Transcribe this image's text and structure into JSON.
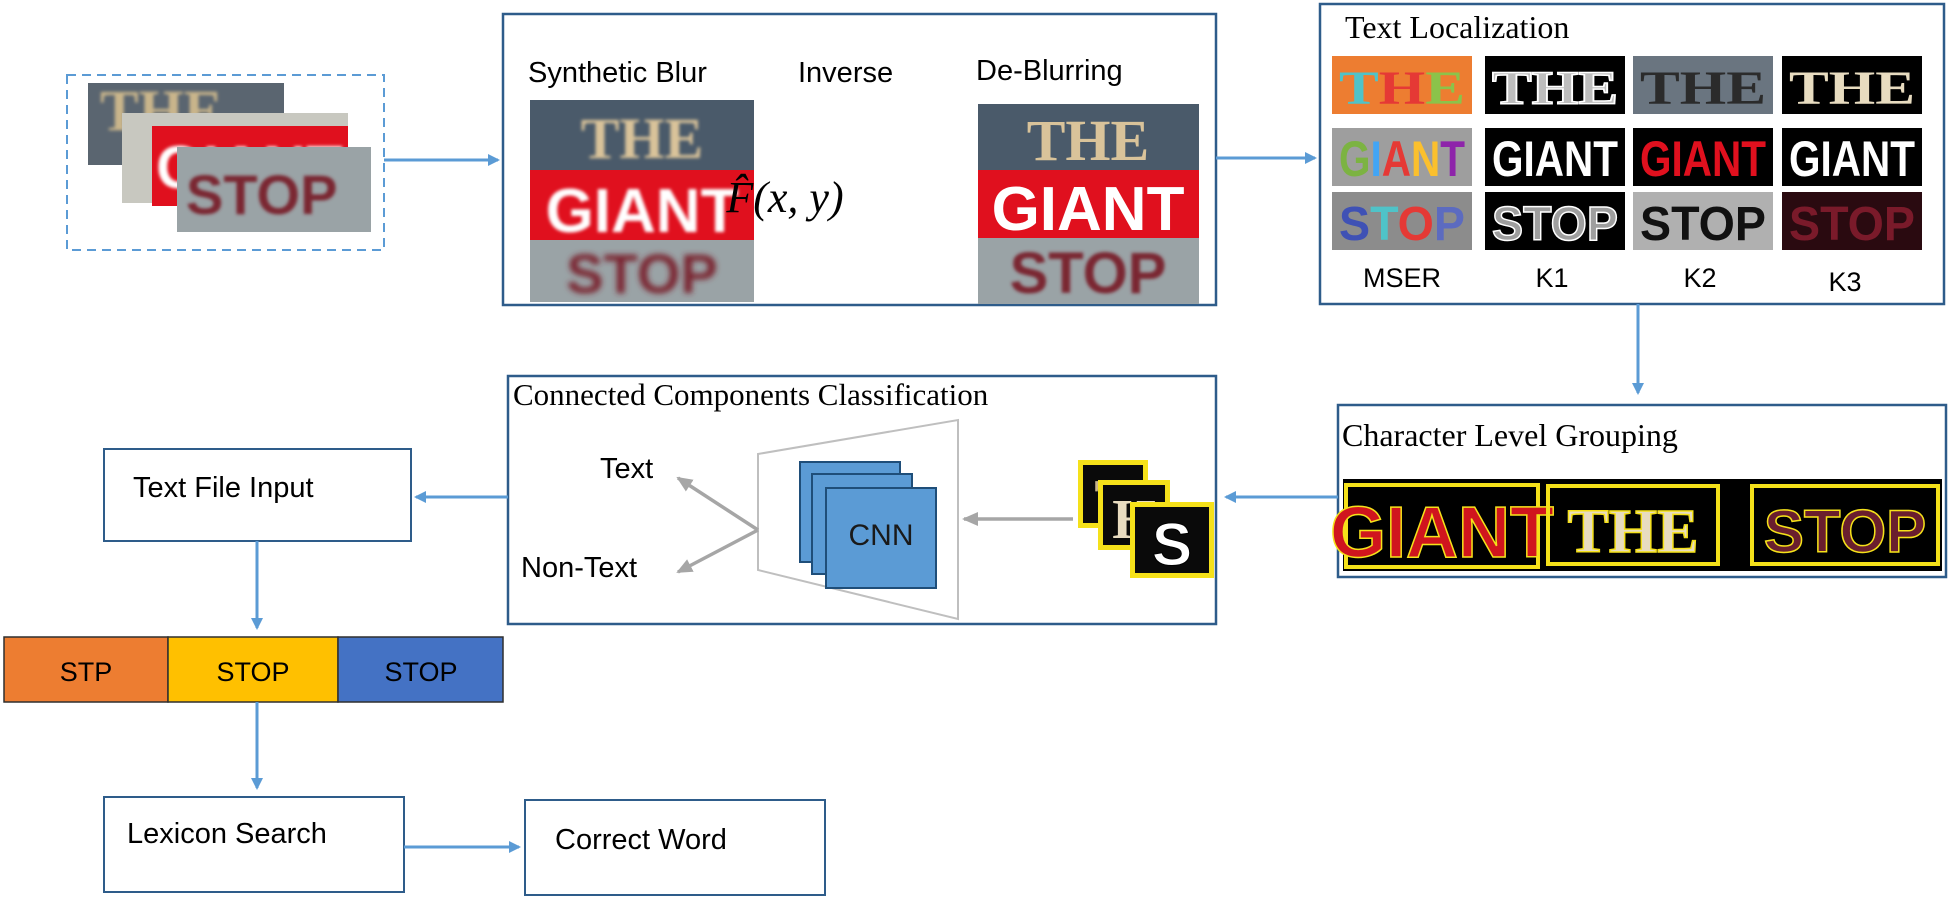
{
  "colors": {
    "box_border": "#2E5C8A",
    "arrow_blue": "#5B9BD5",
    "arrow_gray": "#A6A6A6",
    "dashed_border": "#5B9BD5",
    "cnn_fill": "#5B9BD5",
    "cnn_border": "#1F4E79",
    "stp": "#ED7D31",
    "stop_yellow": "#FFC000",
    "stop_blue": "#4472C4",
    "sign_dark": "#4A5A6A",
    "sign_red": "#E0101E",
    "sign_gray": "#9AA3A6",
    "sign_text_gold": "#D9C39A",
    "sign_text_blur": "#7A2630"
  },
  "input_stack": {
    "cards": [
      "THE",
      "GIANT",
      "STOP"
    ]
  },
  "deblur_panel": {
    "labels": {
      "synthetic_blur": "Synthetic Blur",
      "inverse": "Inverse",
      "de_blurring": "De-Blurring"
    },
    "formula": "F̂(x, y)",
    "blurred_image": [
      "THE",
      "GIANT",
      "STOP"
    ],
    "deblurred_image": [
      "THE",
      "GIANT",
      "STOP"
    ]
  },
  "text_localization": {
    "title": "Text Localization",
    "rows": [
      "THE",
      "GIANT",
      "STOP"
    ],
    "columns": [
      "MSER",
      "K1",
      "K2",
      "K3"
    ]
  },
  "character_grouping": {
    "title": "Character Level Grouping",
    "words": [
      "GIANT",
      "THE",
      "STOP"
    ]
  },
  "cc_classification": {
    "title": "Connected Components  Classification",
    "cnn_label": "CNN",
    "out_text": "Text",
    "out_non_text": "Non-Text",
    "component_glyphs": [
      "T",
      "H",
      "S"
    ]
  },
  "pipeline": {
    "text_file_input": "Text File Input",
    "candidates": [
      {
        "label": "STP",
        "color": "#ED7D31"
      },
      {
        "label": "STOP",
        "color": "#FFC000"
      },
      {
        "label": "STOP",
        "color": "#4472C4"
      }
    ],
    "lexicon_search": "Lexicon Search",
    "correct_word": "Correct Word"
  }
}
